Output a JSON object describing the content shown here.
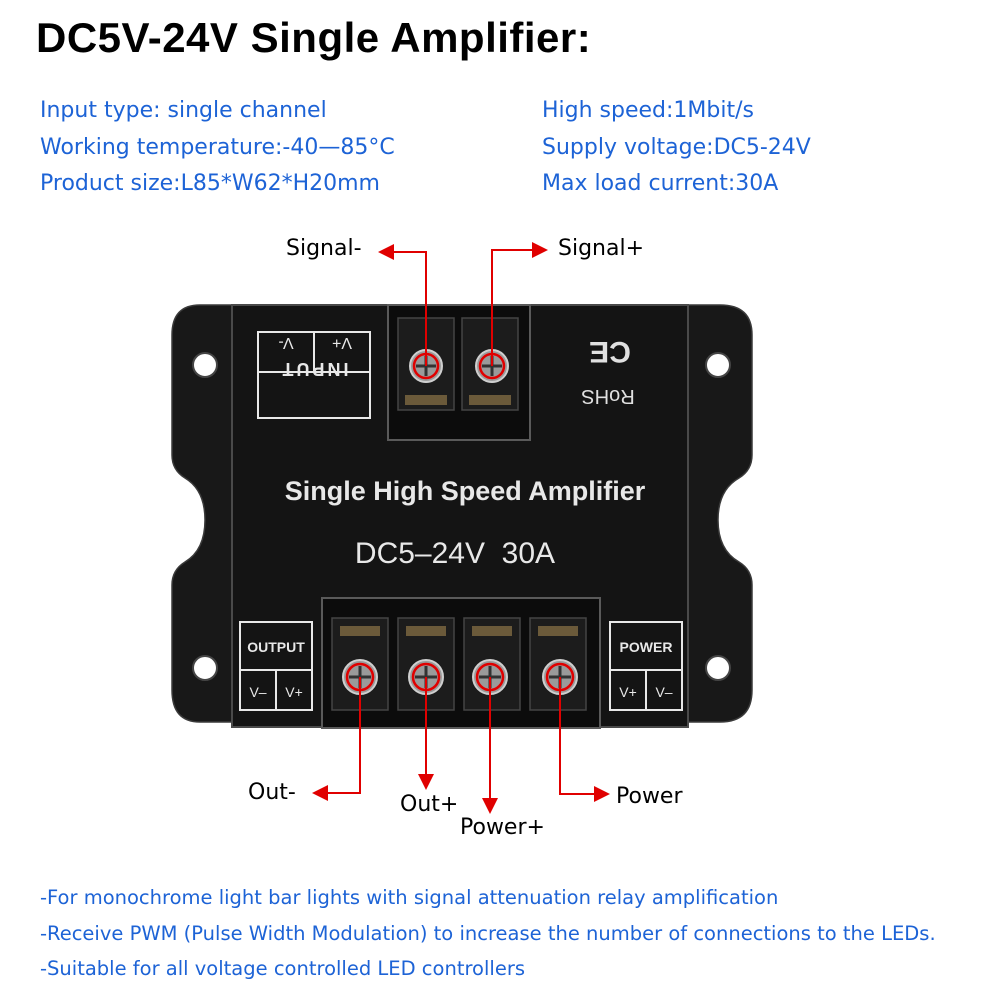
{
  "title": "DC5V-24V Single Amplifier:",
  "specs": {
    "left": [
      "Input type: single channel",
      "Working temperature:-40—85°C",
      "Product size:L85*W62*H20mm"
    ],
    "right": [
      "High speed:1Mbit/s",
      "Supply voltage:DC5-24V",
      "Max load current:30A"
    ]
  },
  "callouts": {
    "signal_minus": "Signal-",
    "signal_plus": "Signal+",
    "out_minus": "Out-",
    "out_plus": "Out+",
    "power_plus": "Power+",
    "power": "Power"
  },
  "device": {
    "name": "Single High Speed Amplifier",
    "rating": "DC5–24V  30A",
    "input_label": "INPUT",
    "input_vminus": "V-",
    "input_vplus": "V+",
    "rohs": "RoHS",
    "ce": "CE",
    "output_label": "OUTPUT",
    "output_vminus": "V–",
    "output_vplus": "V+",
    "power_label": "POWER",
    "power_vplus": "V+",
    "power_vminus": "V–"
  },
  "notes": [
    "-For monochrome light bar lights with signal attenuation relay amplification",
    "-Receive PWM (Pulse Width Modulation) to increase the number of connections to the LEDs.",
    "-Suitable for all voltage controlled LED controllers"
  ],
  "colors": {
    "spec_text": "#1d63d6",
    "arrow": "#e00000",
    "body": "#1a1a1a"
  }
}
